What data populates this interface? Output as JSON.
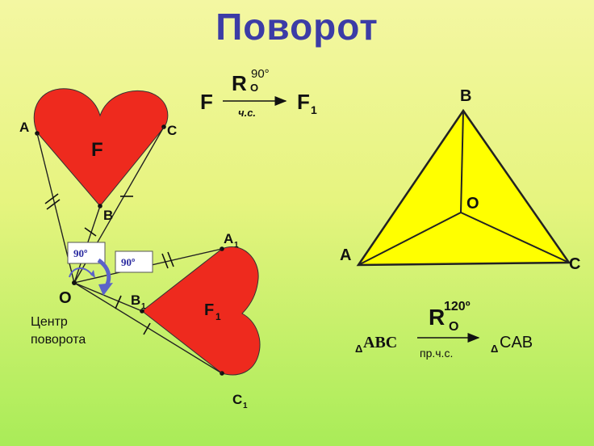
{
  "title": "Поворот",
  "rotation_top": {
    "from": "F",
    "r": "R",
    "center": "O",
    "angle": "90°",
    "direction": "ч.с.",
    "to_main": "F",
    "to_sub": "1"
  },
  "heart_left": {
    "label": "F",
    "points": {
      "a": "A",
      "b": "B",
      "c": "C"
    }
  },
  "heart_right": {
    "label_main": "F",
    "label_sub": "1",
    "points": {
      "a1": "A",
      "b1": "B",
      "c1": "C",
      "sub": "1"
    }
  },
  "center_point": {
    "label": "O",
    "caption_line1": "Центр",
    "caption_line2": "поворота",
    "angle_box_1": "90º",
    "angle_box_2": "90º"
  },
  "triangle": {
    "vertices": {
      "a": "A",
      "b": "B",
      "c": "C"
    },
    "center": "O"
  },
  "rotation_bottom": {
    "delta_left": "Δ",
    "from": "ABC",
    "r": "R",
    "center": "O",
    "angle": "120º",
    "direction": "пр.ч.с.",
    "delta_right": "Δ",
    "to": "CAB"
  },
  "colors": {
    "title": "#3c3ca6",
    "heart": "#ee2a1e",
    "triangle": "#ffff00",
    "arrow": "#5b63c9"
  }
}
